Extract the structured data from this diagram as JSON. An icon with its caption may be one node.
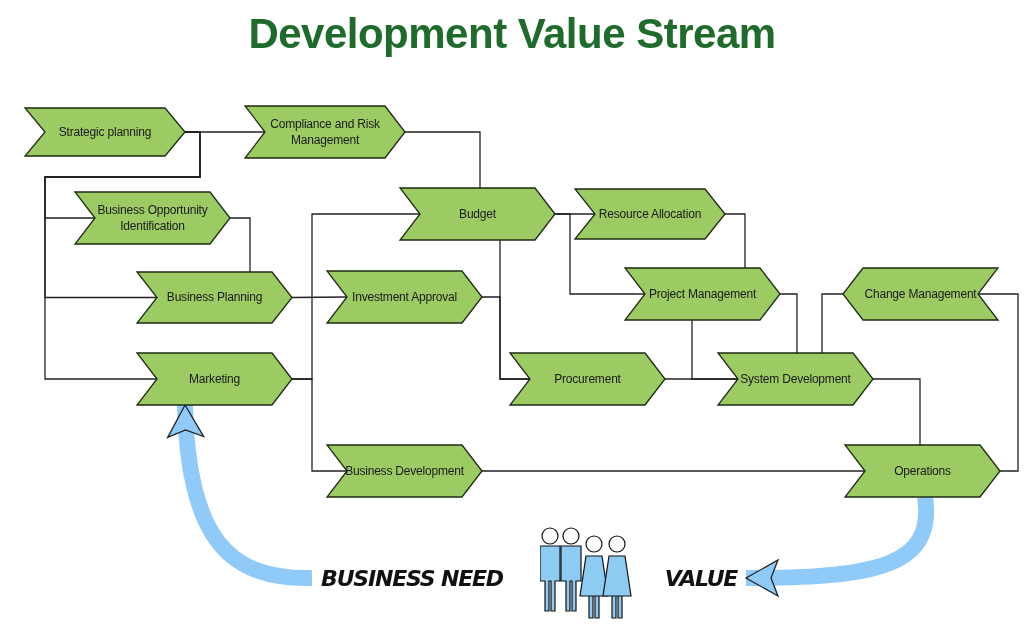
{
  "diagram": {
    "title": "Development Value Stream",
    "nodes": [
      {
        "text": [
          "Strategic planning"
        ]
      },
      {
        "text": [
          "Compliance and Risk Management"
        ]
      },
      {
        "text": [
          "Business Opportunity Identification"
        ]
      },
      {
        "text": [
          "Business Planning"
        ]
      },
      {
        "text": [
          "Marketing"
        ]
      },
      {
        "text": [
          "Budget"
        ]
      },
      {
        "text": [
          "Investment Approval"
        ]
      },
      {
        "text": [
          "Resource Allocation"
        ]
      },
      {
        "text": [
          "Project Management"
        ]
      },
      {
        "text": [
          "Procurement"
        ]
      },
      {
        "text": [
          "System Development"
        ]
      },
      {
        "text": [
          "Change Management"
        ]
      },
      {
        "text": [
          "Business Development"
        ]
      },
      {
        "text": [
          "Operations"
        ]
      },
      {
        "text": [
          "BUSINESS NEED"
        ]
      },
      {
        "text": [
          "VALUE"
        ]
      }
    ],
    "edges": [
      {
        "from": 0,
        "to": 1,
        "arrow": "none"
      },
      {
        "from": 0,
        "to": 2,
        "arrow": "none"
      },
      {
        "from": 0,
        "to": 3,
        "arrow": "none"
      },
      {
        "from": 0,
        "to": 4,
        "arrow": "none"
      },
      {
        "from": 1,
        "to": 5,
        "arrow": "none"
      },
      {
        "from": 2,
        "to": 3,
        "arrow": "none"
      },
      {
        "from": 3,
        "to": 6,
        "arrow": "none"
      },
      {
        "from": 4,
        "to": 5,
        "arrow": "none"
      },
      {
        "from": 4,
        "to": 12,
        "arrow": "none"
      },
      {
        "from": 5,
        "to": 9,
        "arrow": "none"
      },
      {
        "from": 6,
        "to": 9,
        "arrow": "none"
      },
      {
        "from": 5,
        "to": 7,
        "arrow": "none"
      },
      {
        "from": 5,
        "to": 8,
        "arrow": "none"
      },
      {
        "from": 7,
        "to": 8,
        "arrow": "none"
      },
      {
        "from": 8,
        "to": 10,
        "arrow": "none"
      },
      {
        "from": 8,
        "to": 10,
        "arrow": "none"
      },
      {
        "from": 9,
        "to": 10,
        "arrow": "none"
      },
      {
        "from": 10,
        "to": 11,
        "arrow": "none"
      },
      {
        "from": 11,
        "to": 13,
        "arrow": "none"
      },
      {
        "from": 10,
        "to": 13,
        "arrow": "none"
      },
      {
        "from": 12,
        "to": 13,
        "arrow": "none"
      },
      {
        "from": 13,
        "to": 15,
        "arrow": "to",
        "style": "thick",
        "color": "#90caf9"
      },
      {
        "from": 14,
        "to": 4,
        "arrow": "to",
        "style": "thick",
        "color": "#90caf9"
      }
    ]
  }
}
